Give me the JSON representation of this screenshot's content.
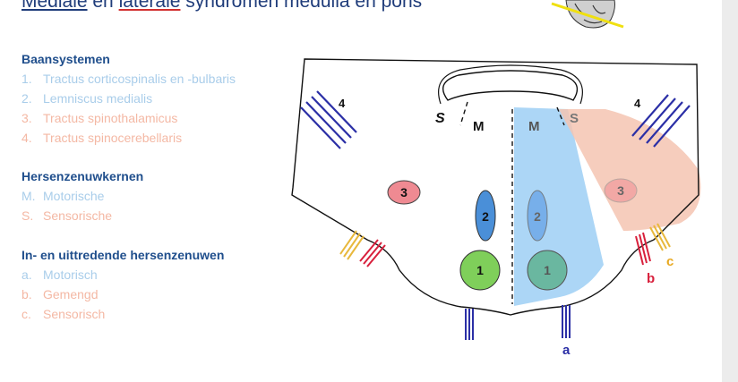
{
  "title": {
    "word1": "Mediale",
    "connector": " en ",
    "word2": "laterale",
    "rest": " syndromen medulla en pons"
  },
  "baansystemen": {
    "heading": "Baansystemen",
    "items": [
      {
        "num": "1.",
        "label": "Tractus corticospinalis en -bulbaris",
        "tone": "blue"
      },
      {
        "num": "2.",
        "label": "Lemniscus medialis",
        "tone": "blue"
      },
      {
        "num": "3.",
        "label": "Tractus spinothalamicus",
        "tone": "salmon"
      },
      {
        "num": "4.",
        "label": "Tractus spinocerebellaris",
        "tone": "salmon"
      }
    ]
  },
  "hersenzenuwkernen": {
    "heading": "Hersenzenuwkernen",
    "items": [
      {
        "num": "M.",
        "label": "Motorische",
        "tone": "blue"
      },
      {
        "num": "S.",
        "label": "Sensorische",
        "tone": "salmon"
      }
    ]
  },
  "zenuwen": {
    "heading": "In- en uittredende hersenzenuwen",
    "items": [
      {
        "num": "a.",
        "label": "Motorisch",
        "tone": "blue"
      },
      {
        "num": "b.",
        "label": "Gemengd",
        "tone": "salmon"
      },
      {
        "num": "c.",
        "label": "Sensorisch",
        "tone": "salmon"
      }
    ]
  },
  "diagram": {
    "labels": {
      "left_s": "S",
      "left_m": "M",
      "right_m": "M",
      "right_s": "S",
      "tract4_left": "4",
      "tract4_right": "4",
      "n3_left": "3",
      "n3_right": "3",
      "n2_left": "2",
      "n2_right": "2",
      "n1_left": "1",
      "n1_right": "1",
      "nerve_a": "a",
      "nerve_b": "b",
      "nerve_c": "c"
    },
    "colors": {
      "motor_region": "#9ecff5",
      "sensory_region": "#f5c4b2",
      "tract1": "#7fcf5a",
      "tract2": "#4a8fd8",
      "tract3": "#ef8a92",
      "tract4": "#2b2fa6",
      "nerve_a": "#2b2fa6",
      "nerve_b": "#d8203c",
      "nerve_c": "#e8b83c"
    }
  }
}
